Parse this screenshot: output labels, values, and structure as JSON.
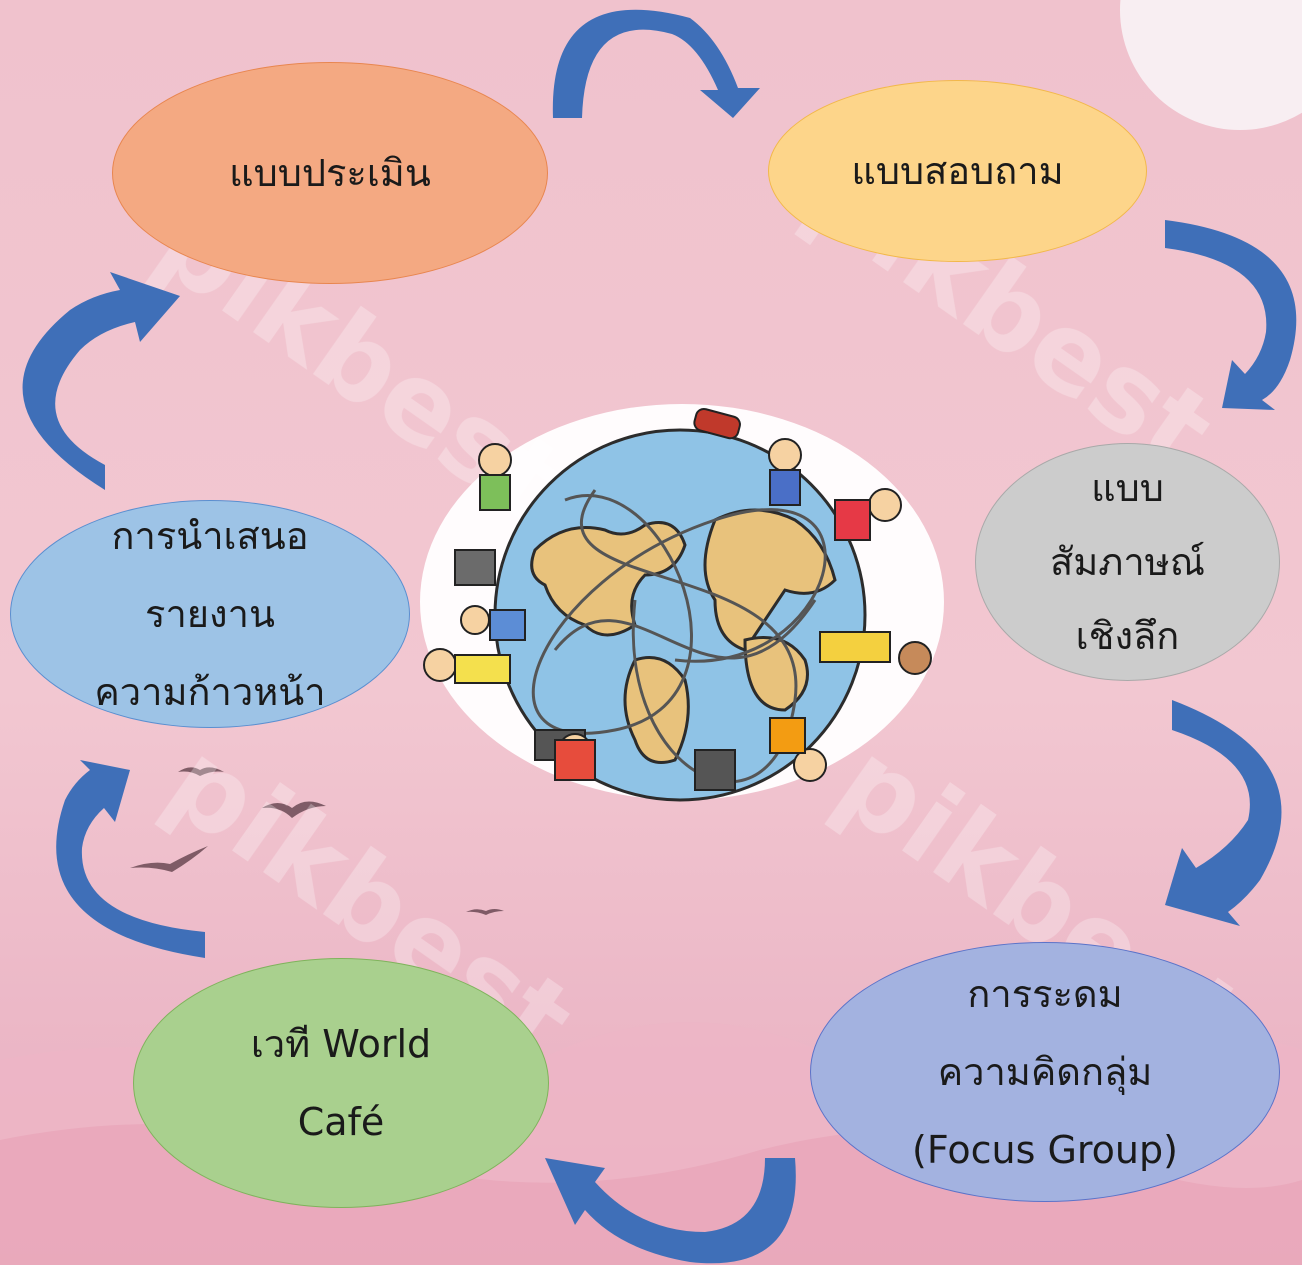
{
  "colors": {
    "bg_top": "#f3c9d2",
    "bg_bottom": "#eab4c4",
    "arrow": "#3f6fb8"
  },
  "nodes": {
    "evaluation": {
      "lines": [
        "แบบประเมิน"
      ],
      "fill": "#f4a982",
      "stroke": "#e8864f"
    },
    "questionnaire": {
      "lines": [
        "แบบสอบถาม"
      ],
      "fill": "#fdd58a",
      "stroke": "#f2b84a"
    },
    "interview": {
      "lines": [
        "แบบ",
        "สัมภาษณ์",
        "เชิงลึก"
      ],
      "fill": "#cccccc",
      "stroke": "#a9a9a9"
    },
    "focus_group": {
      "lines": [
        "การระดม",
        "ความคิดกลุ่ม",
        "(Focus Group)"
      ],
      "fill": "#a3b2e0",
      "stroke": "#5b73c9"
    },
    "world_cafe": {
      "lines": [
        "เวที World",
        "Café"
      ],
      "fill": "#a9d08e",
      "stroke": "#7fb35c"
    },
    "presentation": {
      "lines": [
        "การนำเสนอ",
        "รายงาน",
        "ความก้าวหน้า"
      ],
      "fill": "#9dc3e6",
      "stroke": "#5a8fd0"
    }
  },
  "center_image": {
    "icon": "globe-with-children-illustration"
  },
  "watermark": {
    "text": "pikbest"
  }
}
